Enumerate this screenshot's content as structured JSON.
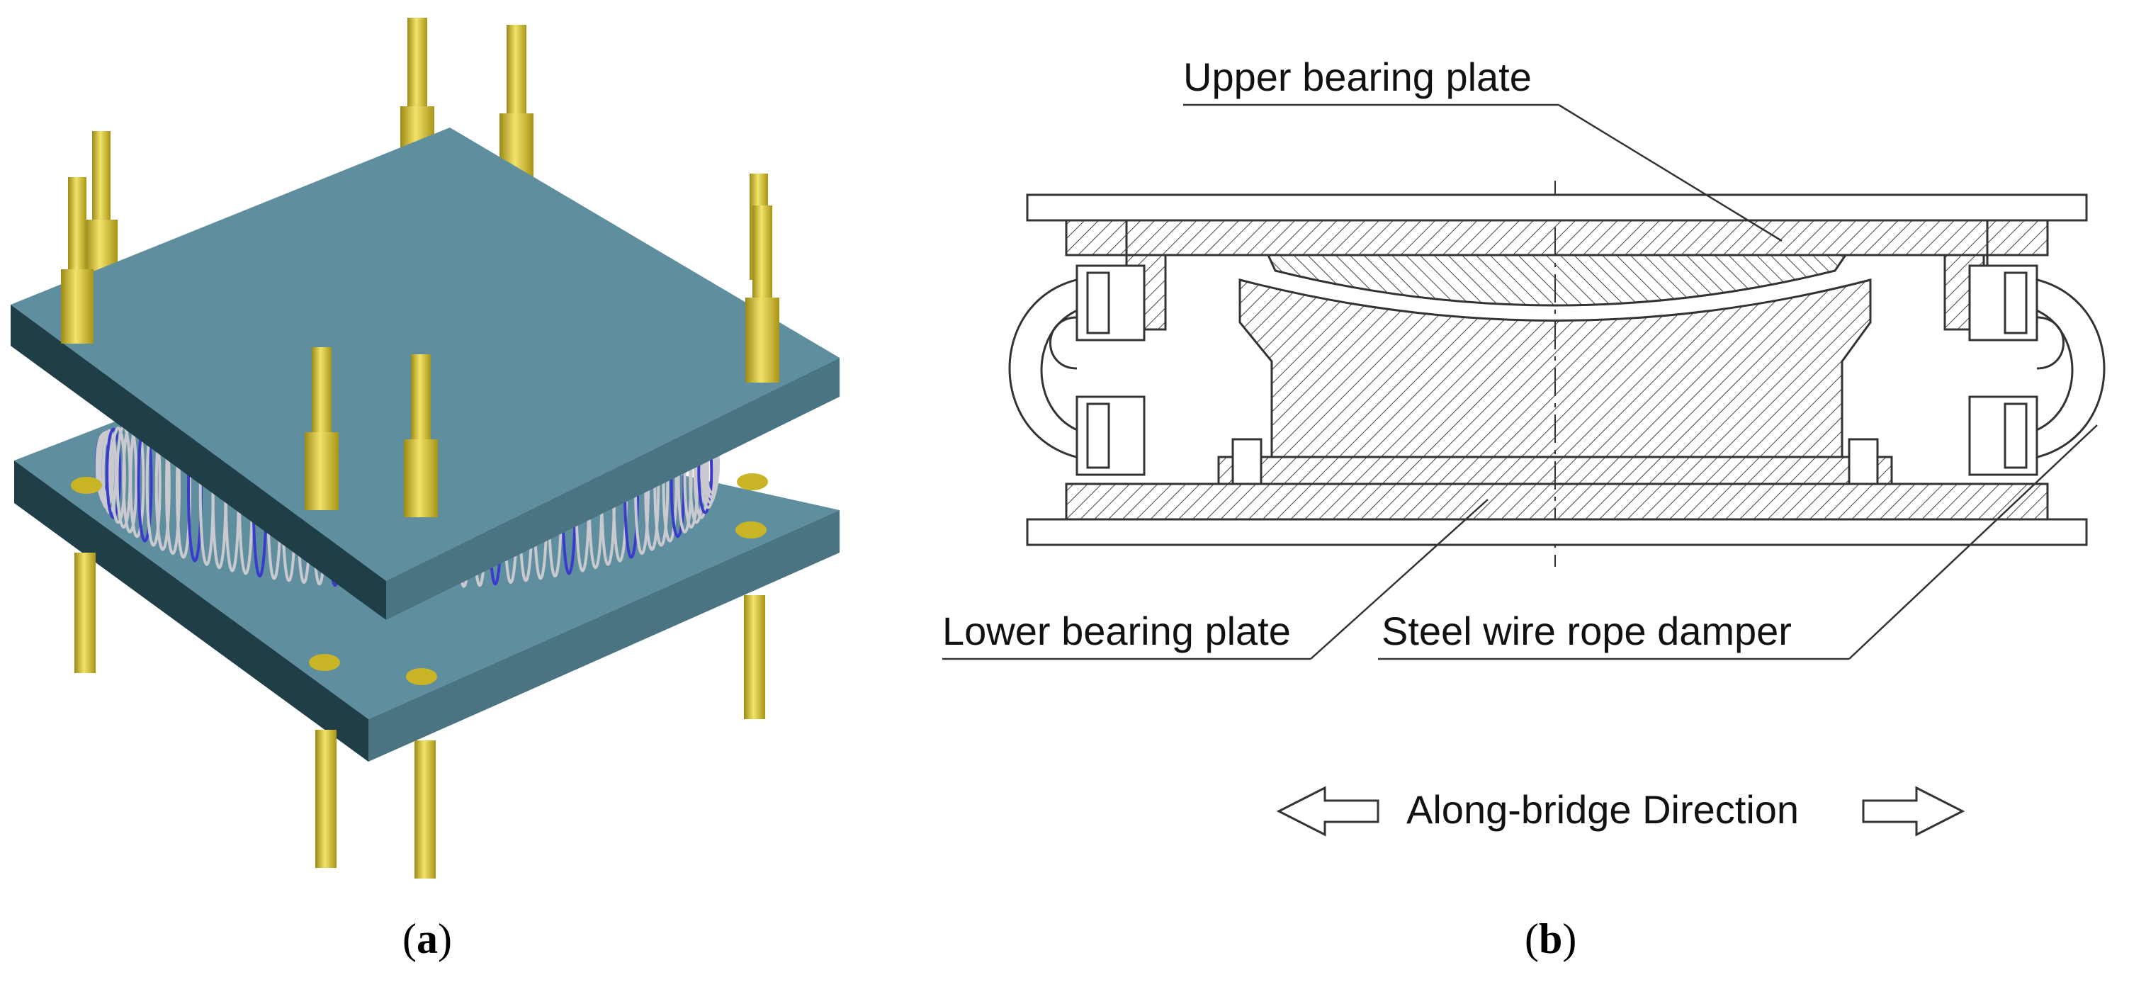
{
  "figure": {
    "panel_a": {
      "caption_open": "(",
      "caption_letter": "a",
      "caption_close": ")"
    },
    "panel_b": {
      "caption_open": "(",
      "caption_letter": "b",
      "caption_close": ")",
      "labels": {
        "upper": "Upper bearing plate",
        "lower": "Lower bearing plate",
        "damper": "Steel wire rope damper",
        "direction": "Along-bridge Direction"
      }
    },
    "colors": {
      "plate_top": "#5f8f9e",
      "plate_side": "#1f3e48",
      "bolt": "#d6c23a",
      "bolt_dark": "#8c7a12",
      "wire": "#c9c9cf",
      "line": "#333333"
    }
  }
}
